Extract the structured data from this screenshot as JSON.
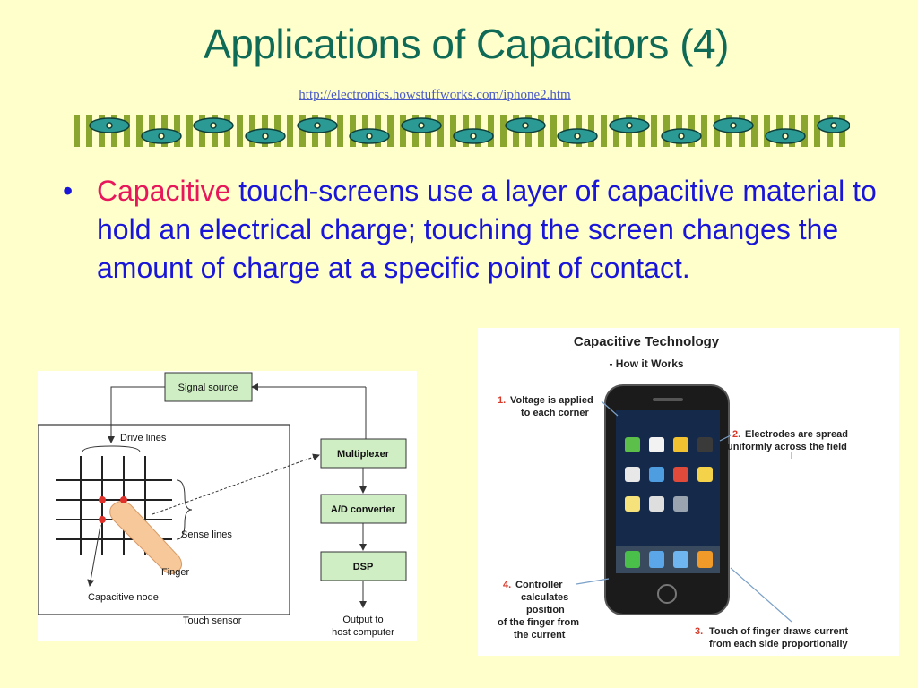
{
  "slide": {
    "title": "Applications of Capacitors (4)",
    "link": "http://electronics.howstuffworks.com/iphone2.htm",
    "bullet": {
      "highlight": "Capacitive",
      "text": " touch-screens use a layer of capacitive material to hold an electrical charge; touching the screen changes the amount of charge at a specific point of contact."
    }
  },
  "diagram_left": {
    "signal_source": "Signal source",
    "drive_lines": "Drive lines",
    "multiplexer": "Multiplexer",
    "ad_converter": "A/D converter",
    "dsp": "DSP",
    "sense_lines": "Sense lines",
    "finger": "Finger",
    "capacitive_node": "Capacitive node",
    "touch_sensor": "Touch sensor",
    "output_line1": "Output to",
    "output_line2": "host computer"
  },
  "diagram_right": {
    "title": "Capacitive Technology",
    "subtitle": "- How it Works",
    "step1_num": "1.",
    "step1_l1": "Voltage is applied",
    "step1_l2": "to each corner",
    "step2_num": "2.",
    "step2_l1": "Electrodes are spread",
    "step2_l2": "uniformly across the field",
    "step3_num": "3.",
    "step3_l1": "Touch of finger draws current",
    "step3_l2": "from each side proportionally",
    "step4_num": "4.",
    "step4_l1": "Controller",
    "step4_l2": "calculates",
    "step4_l3": "position",
    "step4_l4": "of the finger from",
    "step4_l5": "the current"
  },
  "colors": {
    "background": "#ffffcc",
    "title": "#0f6a56",
    "body_text": "#1a16d8",
    "highlight": "#e8165a",
    "box_green": "#cfeec4",
    "step_number": "#d83a2a"
  }
}
